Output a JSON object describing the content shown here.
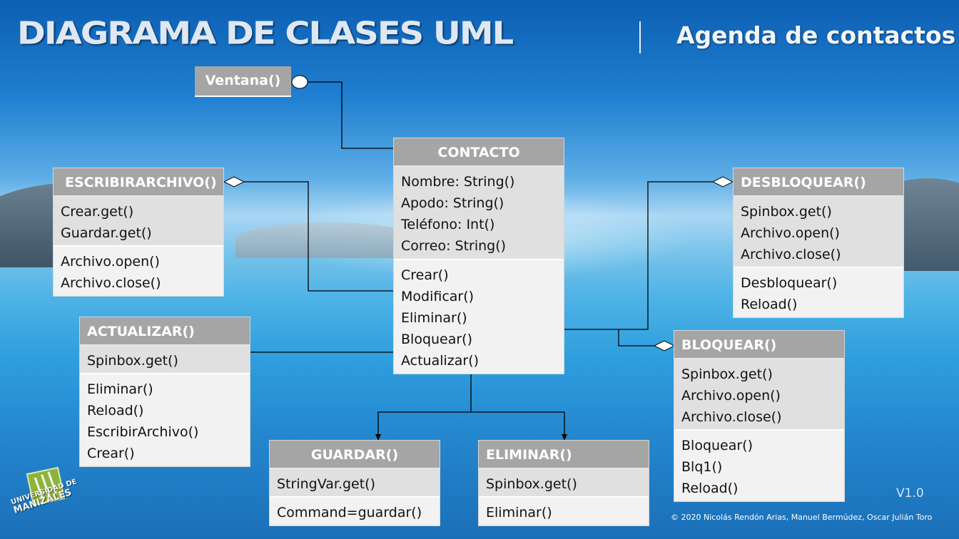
{
  "header": {
    "title": "DIAGRAMA DE CLASES UML",
    "subtitle": "Agenda de contactos"
  },
  "classes": {
    "ventana": {
      "name": "Ventana()"
    },
    "contacto": {
      "name": "CONTACTO",
      "attributes": [
        "Nombre: String()",
        "Apodo: String()",
        "Teléfono: Int()",
        "Correo: String()"
      ],
      "methods": [
        "Crear()",
        "Modificar()",
        "Eliminar()",
        "Bloquear()",
        "Actualizar()"
      ]
    },
    "escribirarchivo": {
      "name": "ESCRIBIRARCHIVO()",
      "attributes": [
        "Crear.get()",
        "Guardar.get()"
      ],
      "methods": [
        "Archivo.open()",
        "Archivo.close()"
      ]
    },
    "desbloquear": {
      "name": "DESBLOQUEAR()",
      "attributes": [
        "Spinbox.get()",
        "Archivo.open()",
        "Archivo.close()"
      ],
      "methods": [
        "Desbloquear()",
        "Reload()"
      ]
    },
    "actualizar": {
      "name": "ACTUALIZAR()",
      "attributes": [
        "Spinbox.get()"
      ],
      "methods": [
        "Eliminar()",
        "Reload()",
        "EscribirArchivo()",
        "Crear()"
      ]
    },
    "bloquear": {
      "name": "BLOQUEAR()",
      "attributes": [
        "Spinbox.get()",
        "Archivo.open()",
        "Archivo.close()"
      ],
      "methods": [
        "Bloquear()",
        "Blq1()",
        "Reload()"
      ]
    },
    "guardar": {
      "name": "GUARDAR()",
      "attributes": [
        "StringVar.get()"
      ],
      "methods": [
        "Command=guardar()"
      ]
    },
    "eliminar": {
      "name": "ELIMINAR()",
      "attributes": [
        "Spinbox.get()"
      ],
      "methods": [
        "Eliminar()"
      ]
    }
  },
  "logo": {
    "text_line1": "UNIVERSIDAD DE",
    "text_line2": "MANIZALES"
  },
  "footer": {
    "version": "V1.0",
    "copyright": "© 2020 Nicolás Rendón Arias, Manuel Bermúdez, Oscar Julián Toro"
  },
  "colors": {
    "class_header": "#a5a5a5",
    "attr_section": "#e0e0e0",
    "method_section": "#f2f2f2",
    "connector": "#000000"
  }
}
